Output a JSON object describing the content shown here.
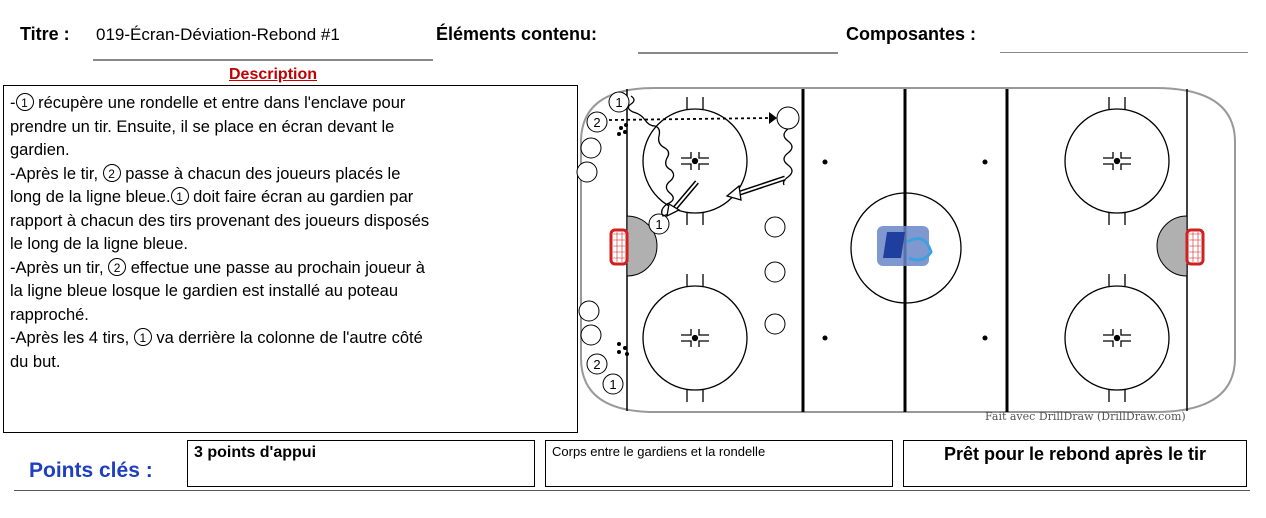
{
  "header": {
    "titre_label": "Titre :",
    "titre_value": "019-Écran-Déviation-Rebond #1",
    "elements_label": "Éléments contenu:",
    "elements_value": "",
    "composantes_label": "Composantes :",
    "composantes_value": ""
  },
  "description": {
    "heading": "Description",
    "lines": [
      [
        "-",
        "1",
        " récupère une rondelle et entre dans l'enclave pour"
      ],
      [
        "prendre un tir.  Ensuite, il se place en écran devant le"
      ],
      [
        "gardien."
      ],
      [
        "-Après le tir, ",
        "2",
        " passe à chacun des joueurs placés le"
      ],
      [
        "long de la ligne bleue.",
        "1",
        " doit faire écran au gardien par"
      ],
      [
        "rapport à chacun des tirs provenant des joueurs disposés"
      ],
      [
        "le long de la ligne bleue."
      ],
      [
        "-Après un tir, ",
        "2",
        " effectue une passe au prochain joueur à"
      ],
      [
        "la ligne bleue losque le gardien est installé au poteau"
      ],
      [
        "rapproché."
      ],
      [
        "-Après les 4 tirs, ",
        "1",
        " va derrière la colonne de l'autre côté"
      ],
      [
        "du but."
      ]
    ]
  },
  "rink": {
    "credit": "Fait avec DrillDraw (DrillDraw.com)",
    "player_labels": [
      "1",
      "2",
      "1",
      "2",
      "1"
    ]
  },
  "key_points": {
    "label": "Points clés :",
    "items": [
      "3 points d'appui",
      "Corps entre le gardiens et la rondelle",
      "Prêt pour le rebond après le tir"
    ]
  },
  "colors": {
    "title_red": "#c00000",
    "points_blue": "#1f3fbf",
    "net_red": "#d02020",
    "crease_gray": "#b0b0b0"
  }
}
